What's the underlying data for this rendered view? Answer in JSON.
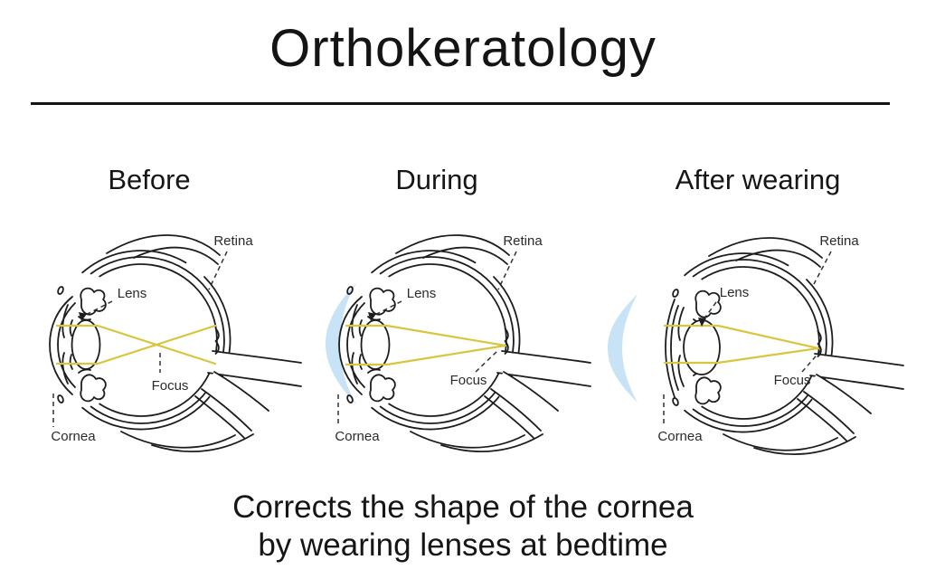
{
  "title": "Orthokeratology",
  "caption": {
    "line1": "Corrects the shape of the cornea",
    "line2": "by wearing lenses at bedtime"
  },
  "panels": [
    {
      "id": "before",
      "heading": "Before",
      "labels": {
        "retina": "Retina",
        "lens": "Lens",
        "focus": "Focus",
        "cornea": "Cornea"
      },
      "focus_position": "inside eyeball, in front of retina"
    },
    {
      "id": "during",
      "heading": "During",
      "labels": {
        "retina": "Retina",
        "lens": "Lens",
        "focus": "Focus",
        "cornea": "Cornea"
      },
      "focus_position": "on retina, contact lens worn on cornea"
    },
    {
      "id": "after",
      "heading": "After wearing",
      "labels": {
        "retina": "Retina",
        "lens": "Lens",
        "focus": "Focus",
        "cornea": "Cornea"
      },
      "focus_position": "on retina, contact lens removed, cornea flattened"
    }
  ],
  "colors": {
    "line": "#1d1d1d",
    "ray_yellow": "#d9c53e",
    "lens_blue": "#c8e3f6"
  }
}
